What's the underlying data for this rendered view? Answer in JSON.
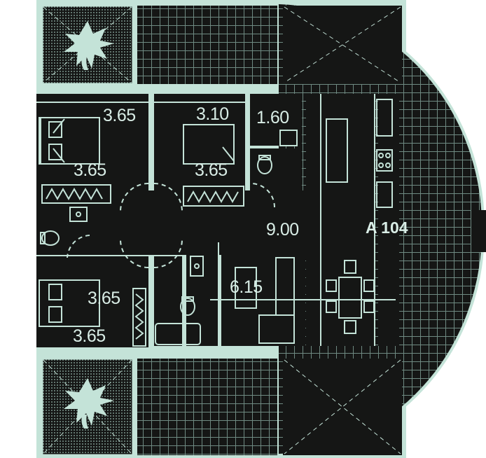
{
  "unit_label": "A 104",
  "room_labels": [
    "3.65",
    "3.10",
    "1.60",
    "3.65",
    "3.65",
    "9.00",
    "6.15",
    "3.65",
    "3.65"
  ],
  "colors": {
    "wall": "#c4e3d8",
    "floor": "#151615",
    "background": "#ffffff"
  },
  "icons": [
    "tree-icon",
    "bed-icon",
    "toilet-icon",
    "bathtub-icon",
    "sink-icon",
    "stove-icon",
    "dining-table-icon",
    "sofa-icon",
    "wardrobe-icon",
    "door-swing-icon"
  ]
}
